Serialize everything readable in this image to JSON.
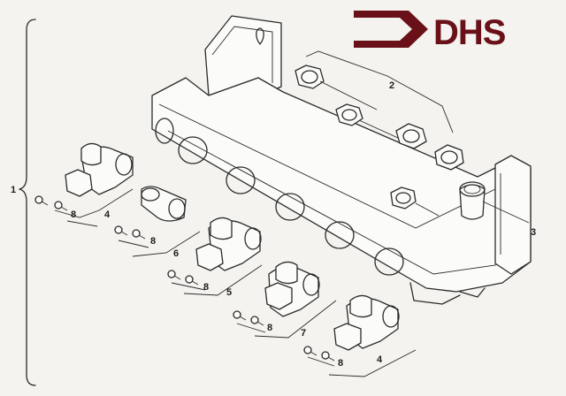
{
  "logo": {
    "text": "DHS",
    "color": "#6a1018"
  },
  "callouts": {
    "c1": "1",
    "c2": "2",
    "c3": "3",
    "c4a": "4",
    "c8a": "8",
    "c6": "6",
    "c8b": "8",
    "c5": "5",
    "c8c": "8",
    "c7": "7",
    "c8d": "8",
    "c4b": "4",
    "c8e": "8"
  }
}
